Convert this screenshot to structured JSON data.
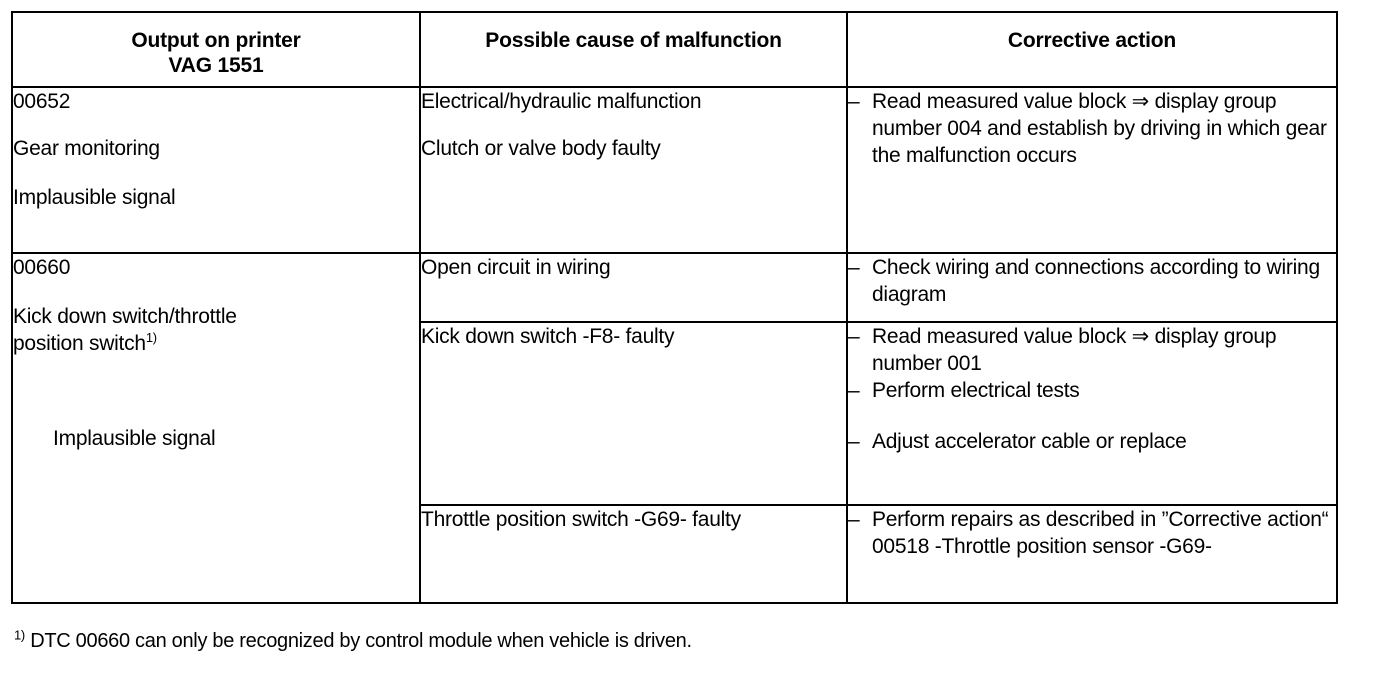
{
  "table": {
    "headers": [
      {
        "line1": "Output on printer",
        "line2": "VAG 1551"
      },
      {
        "line1": "Possible cause of malfunction",
        "line2": ""
      },
      {
        "line1": "Corrective action",
        "line2": ""
      }
    ],
    "rows": [
      {
        "code": "00652",
        "name": "Gear monitoring",
        "signal": "Implausible signal",
        "causes": [
          "Electrical/hydraulic malfunction",
          "Clutch or valve body faulty"
        ],
        "actions": [
          {
            "dash": "–",
            "text": "Read measured value block ⇒ display group number 004 and establish by driving in which gear the malfunction occurs"
          }
        ]
      },
      {
        "code": "00660",
        "name_line1": "Kick down switch/throttle",
        "name_line2": "position switch",
        "name_footnote_marker": "1)",
        "signal": "Implausible signal",
        "subrows": [
          {
            "cause": "Open circuit in wiring",
            "actions": [
              {
                "dash": "–",
                "text": "Check wiring and connections according to wiring diagram"
              }
            ]
          },
          {
            "cause": "Kick down switch -F8- faulty",
            "actions": [
              {
                "dash": "–",
                "text": "Read measured value block ⇒ display group number 001"
              },
              {
                "dash": "–",
                "text": "Perform electrical tests"
              },
              {
                "dash": "–",
                "text": "Adjust accelerator cable or replace"
              }
            ]
          },
          {
            "cause": "Throttle position switch -G69- faulty",
            "actions": [
              {
                "dash": "–",
                "text": "Perform repairs as described in ”Corrective action“ 00518 -Throttle position sensor -G69-"
              }
            ]
          }
        ]
      }
    ]
  },
  "footnote": {
    "marker": "1)",
    "text": " DTC 00660 can only be recognized by control module when vehicle is driven."
  },
  "colors": {
    "ink": "#000000",
    "paper": "#ffffff"
  }
}
